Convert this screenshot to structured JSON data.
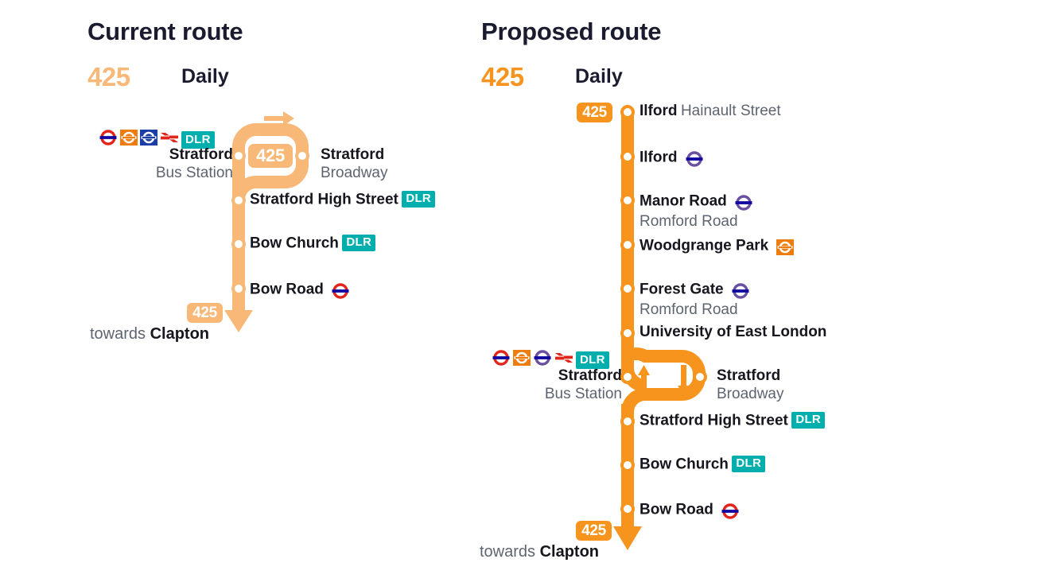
{
  "panels": {
    "current": {
      "heading": "Current route",
      "route_number": "425",
      "frequency": "Daily",
      "accent_color": "#f8b878",
      "loop_badge": "425",
      "towards_prefix": "towards",
      "towards_place": "Clapton",
      "towards_badge": "425",
      "interchange_icons": [
        "underground-roundel",
        "overground-square",
        "tfl-rail-square",
        "national-rail",
        "dlr-badge"
      ],
      "stops": [
        {
          "name": "Stratford",
          "sub": "Bus Station",
          "side": "left",
          "icons": [
            "underground-roundel",
            "overground-square",
            "tfl-rail-square",
            "national-rail",
            "dlr-badge"
          ]
        },
        {
          "name": "Stratford",
          "sub": "Broadway",
          "side": "right",
          "icons": []
        },
        {
          "name": "Stratford High Street",
          "sub": "",
          "side": "right",
          "icons": [
            "dlr-badge"
          ]
        },
        {
          "name": "Bow Church",
          "sub": "",
          "side": "right",
          "icons": [
            "dlr-badge"
          ]
        },
        {
          "name": "Bow Road",
          "sub": "",
          "side": "right",
          "icons": [
            "underground-roundel"
          ]
        }
      ]
    },
    "proposed": {
      "heading": "Proposed route",
      "route_number": "425",
      "frequency": "Daily",
      "accent_color": "#f7941e",
      "top_badge": "425",
      "towards_prefix": "towards",
      "towards_place": "Clapton",
      "towards_badge": "425",
      "interchange_icons": [
        "underground-roundel",
        "overground-square",
        "elizabeth-roundel",
        "national-rail",
        "dlr-badge"
      ],
      "stops": [
        {
          "name": "Ilford",
          "suffix": "Hainault Street",
          "sub": "",
          "side": "right",
          "icons": []
        },
        {
          "name": "Ilford",
          "suffix": "",
          "sub": "",
          "side": "right",
          "icons": [
            "elizabeth-roundel"
          ]
        },
        {
          "name": "Manor Road",
          "suffix": "",
          "sub": "Romford Road",
          "side": "right",
          "icons": [
            "elizabeth-roundel"
          ]
        },
        {
          "name": "Woodgrange Park",
          "suffix": "",
          "sub": "",
          "side": "right",
          "icons": [
            "overground-square"
          ]
        },
        {
          "name": "Forest Gate",
          "suffix": "",
          "sub": "Romford Road",
          "side": "right",
          "icons": [
            "elizabeth-roundel"
          ]
        },
        {
          "name": "University of East London",
          "suffix": "",
          "sub": "",
          "side": "right",
          "icons": []
        },
        {
          "name": "Stratford",
          "suffix": "",
          "sub": "Bus Station",
          "side": "left",
          "icons": [
            "underground-roundel",
            "overground-square",
            "elizabeth-roundel",
            "national-rail",
            "dlr-badge"
          ]
        },
        {
          "name": "Stratford",
          "suffix": "",
          "sub": "Broadway",
          "side": "right",
          "icons": []
        },
        {
          "name": "Stratford High Street",
          "suffix": "",
          "sub": "",
          "side": "right",
          "icons": [
            "dlr-badge"
          ]
        },
        {
          "name": "Bow Church",
          "suffix": "",
          "sub": "",
          "side": "right",
          "icons": [
            "dlr-badge"
          ]
        },
        {
          "name": "Bow Road",
          "suffix": "",
          "sub": "",
          "side": "right",
          "icons": [
            "underground-roundel"
          ]
        }
      ]
    }
  },
  "icon_labels": {
    "dlr": "DLR"
  },
  "colors": {
    "current_orange": "#f8b878",
    "proposed_orange": "#f7941e",
    "dlr_teal": "#00afad",
    "underground_red": "#e1251b",
    "underground_blue": "#10069f",
    "overground_orange": "#ee7c0e",
    "elizabeth_purple": "#6950a1",
    "national_rail_red": "#e1251b",
    "heading_dark": "#1b1b2f",
    "secondary_gray": "#5d6470"
  }
}
